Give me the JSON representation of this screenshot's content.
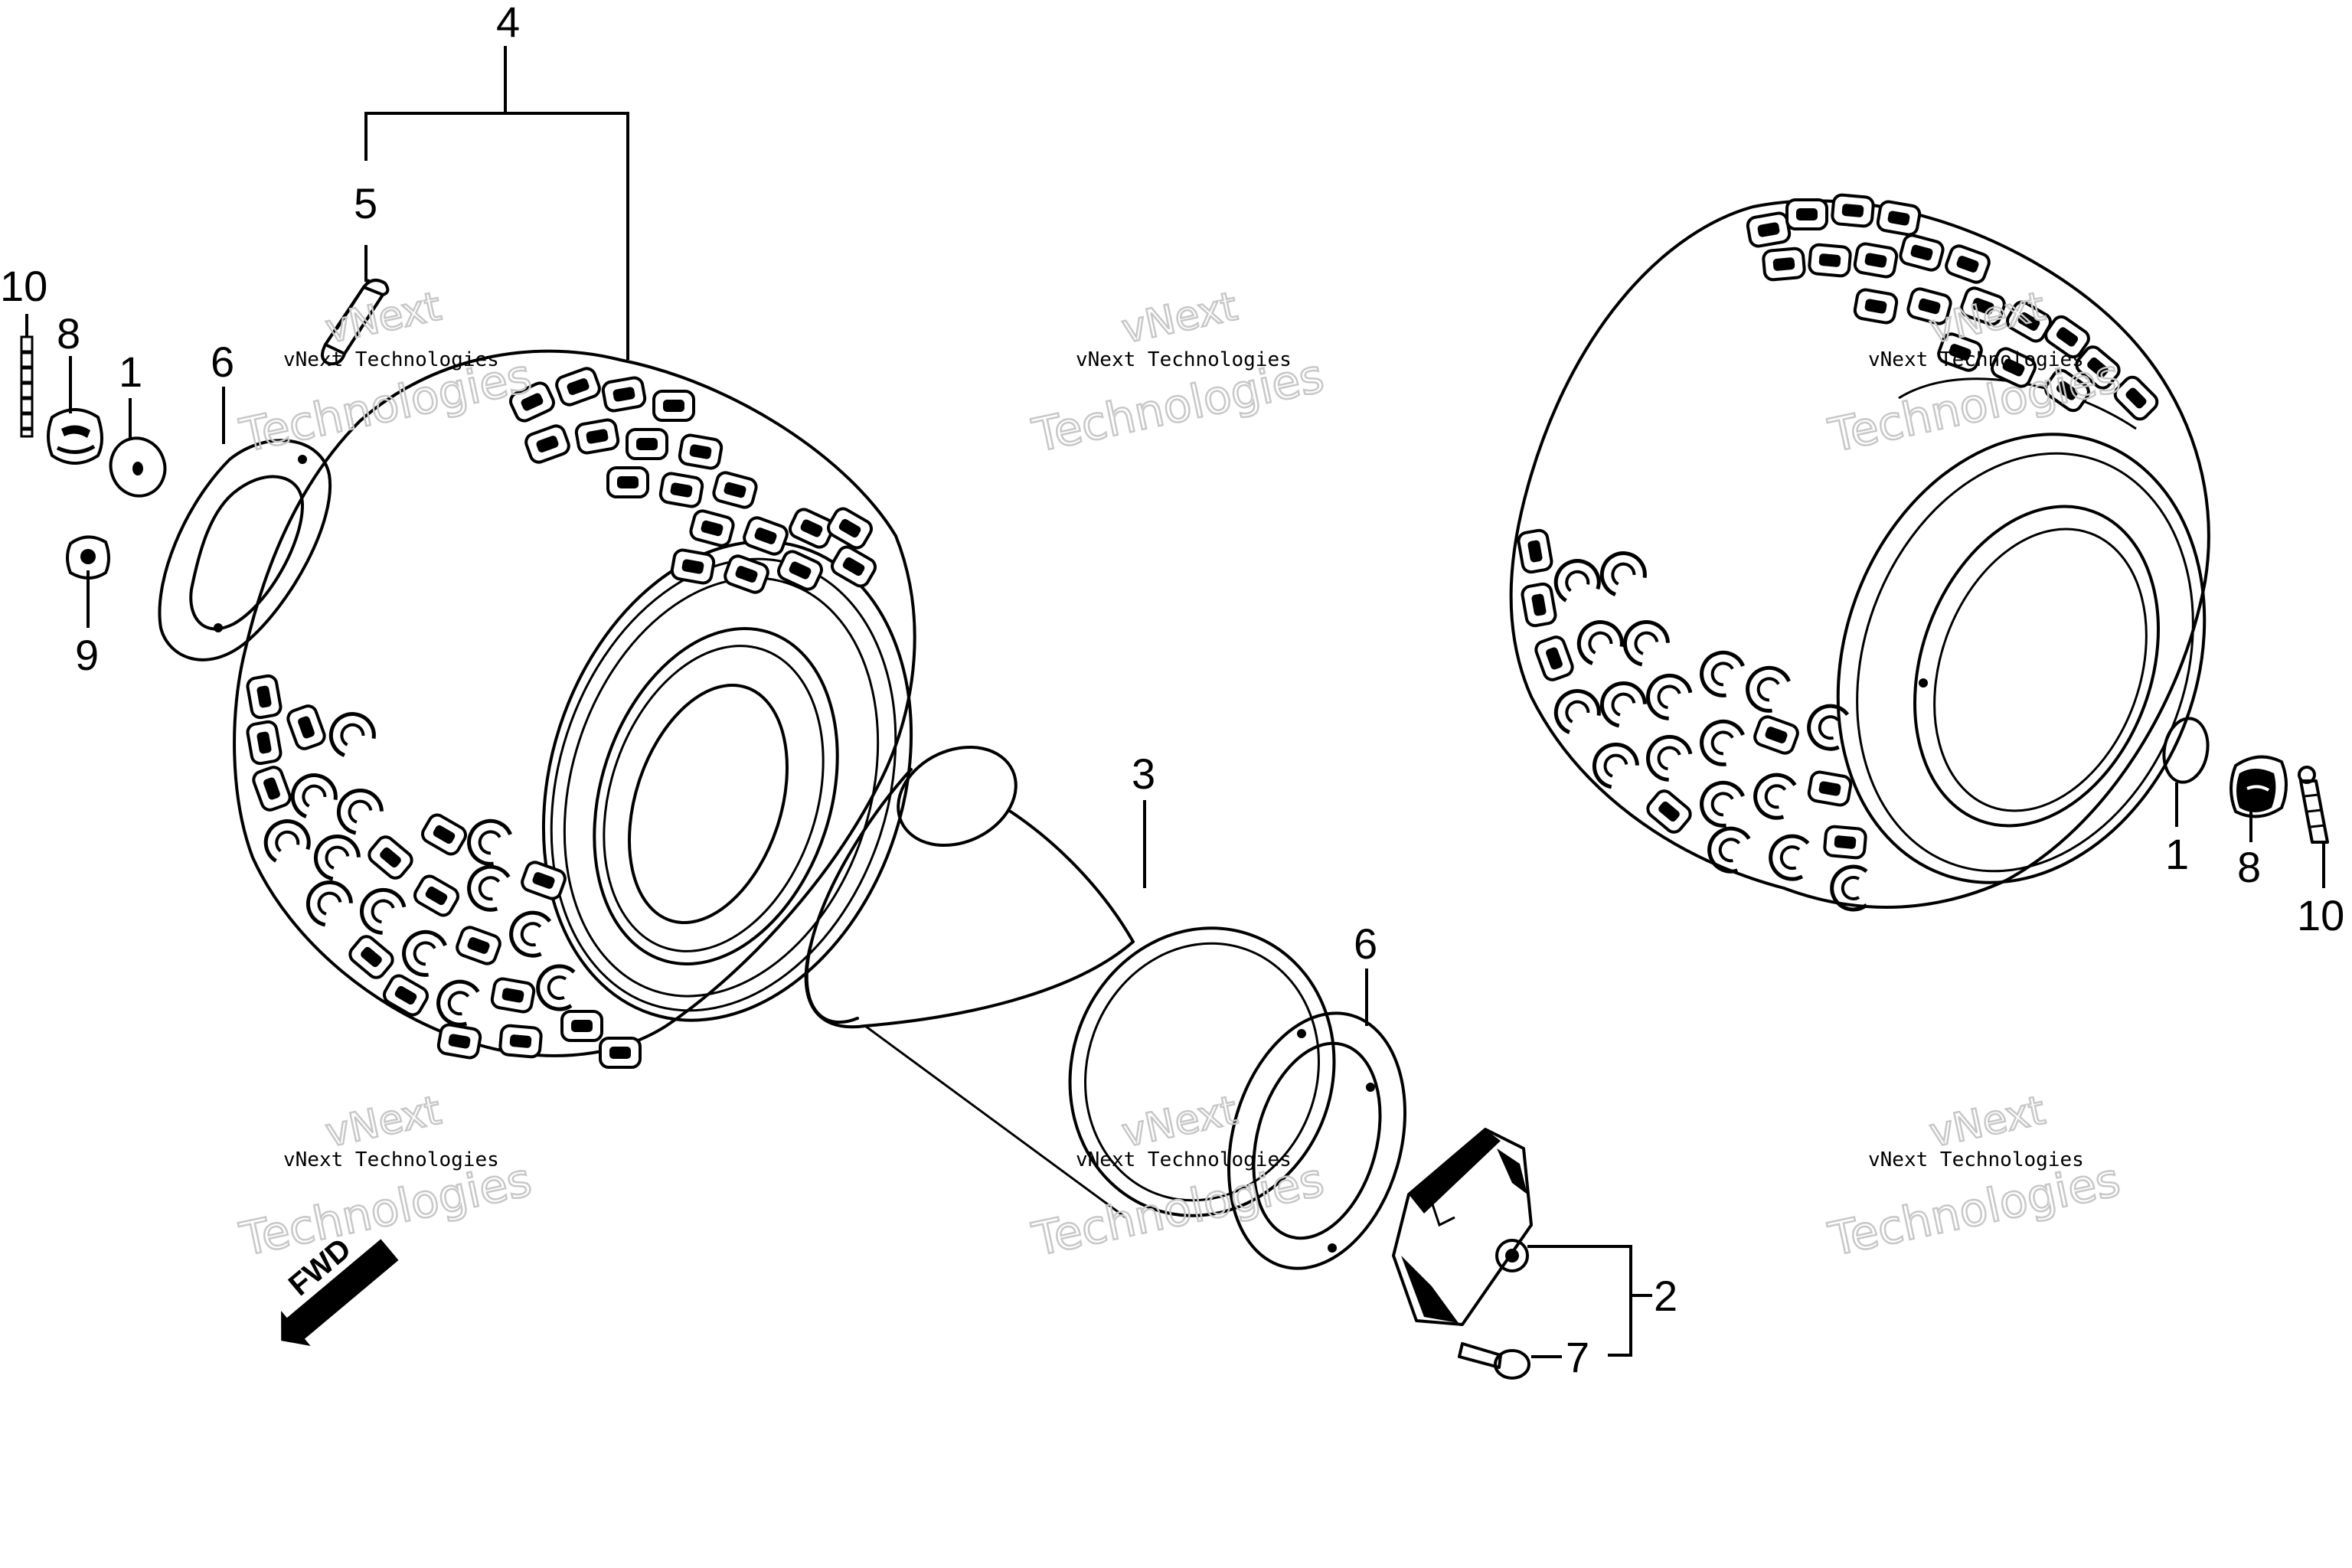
{
  "callouts": {
    "c4": "4",
    "c5": "5",
    "c10_left": "10",
    "c8_left": "8",
    "c1_left": "1",
    "c6_left": "6",
    "c9": "9",
    "c3": "3",
    "c6_center": "6",
    "c2": "2",
    "c7": "7",
    "c1_right": "1",
    "c8_right": "8",
    "c10_right": "10"
  },
  "fwd_label": "FWD",
  "watermark": {
    "line1": "vNext Technologies",
    "ghost1": "vNext",
    "ghost2": "Technologies"
  }
}
